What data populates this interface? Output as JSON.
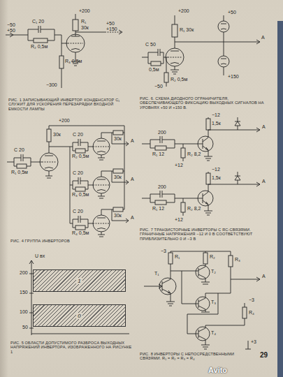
{
  "diagram": {
    "nodes": [
      {
        "text": [
          "1"
        ]
      },
      {
        "text": [
          "0"
        ]
      }
    ],
    "labels": [
      "+200",
      "R₁",
      "30к",
      "−50",
      "+50",
      "+50",
      "+150",
      "С₁ 20",
      "R₂ 0,5м",
      "R₃ 0,5м",
      "−300",
      "РИС. 1 ЗАПИСЫВАЮЩИЙ ИНВЕРТОР. КОНДЕНСАТОР С₁ СЛУЖИТ ДЛЯ УСКОРЕНИЯ ПЕРЕЗАРЯДКИ ВХОДНОЙ ЕМКОСТИ ЛАМПЫ",
      "+200",
      "R₁ 30к",
      "+50",
      "+150",
      "С 50",
      "0,5м",
      "R₂ 0,5м",
      "−50",
      "А",
      "РИС. 6. СХЕМА ДИОДНОГО ОГРАНИЧИТЕЛЯ, ОБЕСПЕЧИВАЮЩЕГО ФИКСАЦИЮ ВЫХОДНЫХ СИГНАЛОВ НА УРОВНЯХ +50 И +150 В.",
      "+200",
      "30к",
      "С 20",
      "R₁ 0,5м",
      "С 20",
      "R₂ 0,5м",
      "30к",
      "А",
      "С 20",
      "R₃ 0,5м",
      "30к",
      "А",
      "С 20",
      "R₄ 0,5м",
      "30к",
      "А",
      "РИС. 4 ГРУППА ИНВЕРТОРОВ",
      "U вх",
      "200",
      "150",
      "100",
      "50",
      "РИС. 5 ОБЛАСТИ ДОПУСТИМОГО РАЗБРОСА ВЫХОДНЫХ НАПРЯЖЕНИЙ ИНВЕРТОРА, ИЗОБРАЖЕННОГО НА РИСУНКЕ 1",
      "−12",
      "1,5к",
      "200",
      "R₁ 12",
      "R₂ 8,2",
      "+12",
      "А",
      "−12",
      "1,5к",
      "200",
      "R₁ 12",
      "R₂ 8,2",
      "+12",
      "А",
      "РИС. 7 ТРАНЗИСТОРНЫЕ ИНВЕРТОРЫ С RC-СВЯЗЯМИ. ГРАНИЧНЫЕ НАПРЯЖЕНИЯ −12 И 0 В СООТВЕТСТВУЮТ ПРИБЛИЗИТЕЛЬНО 0 И −3 В",
      "−3",
      "R₁",
      "R₂",
      "R₃",
      "R₄",
      "T₁",
      "T₂",
      "T₃",
      "T₄",
      "А",
      "−3",
      "+3",
      "РИС. 8 ИНВЕРТОРЫ С НЕПОСРЕДСТВЕННЫМИ СВЯЗЯМИ. R₁ = R₂ = R₃ = R₄",
      "29",
      "Avito"
    ]
  }
}
